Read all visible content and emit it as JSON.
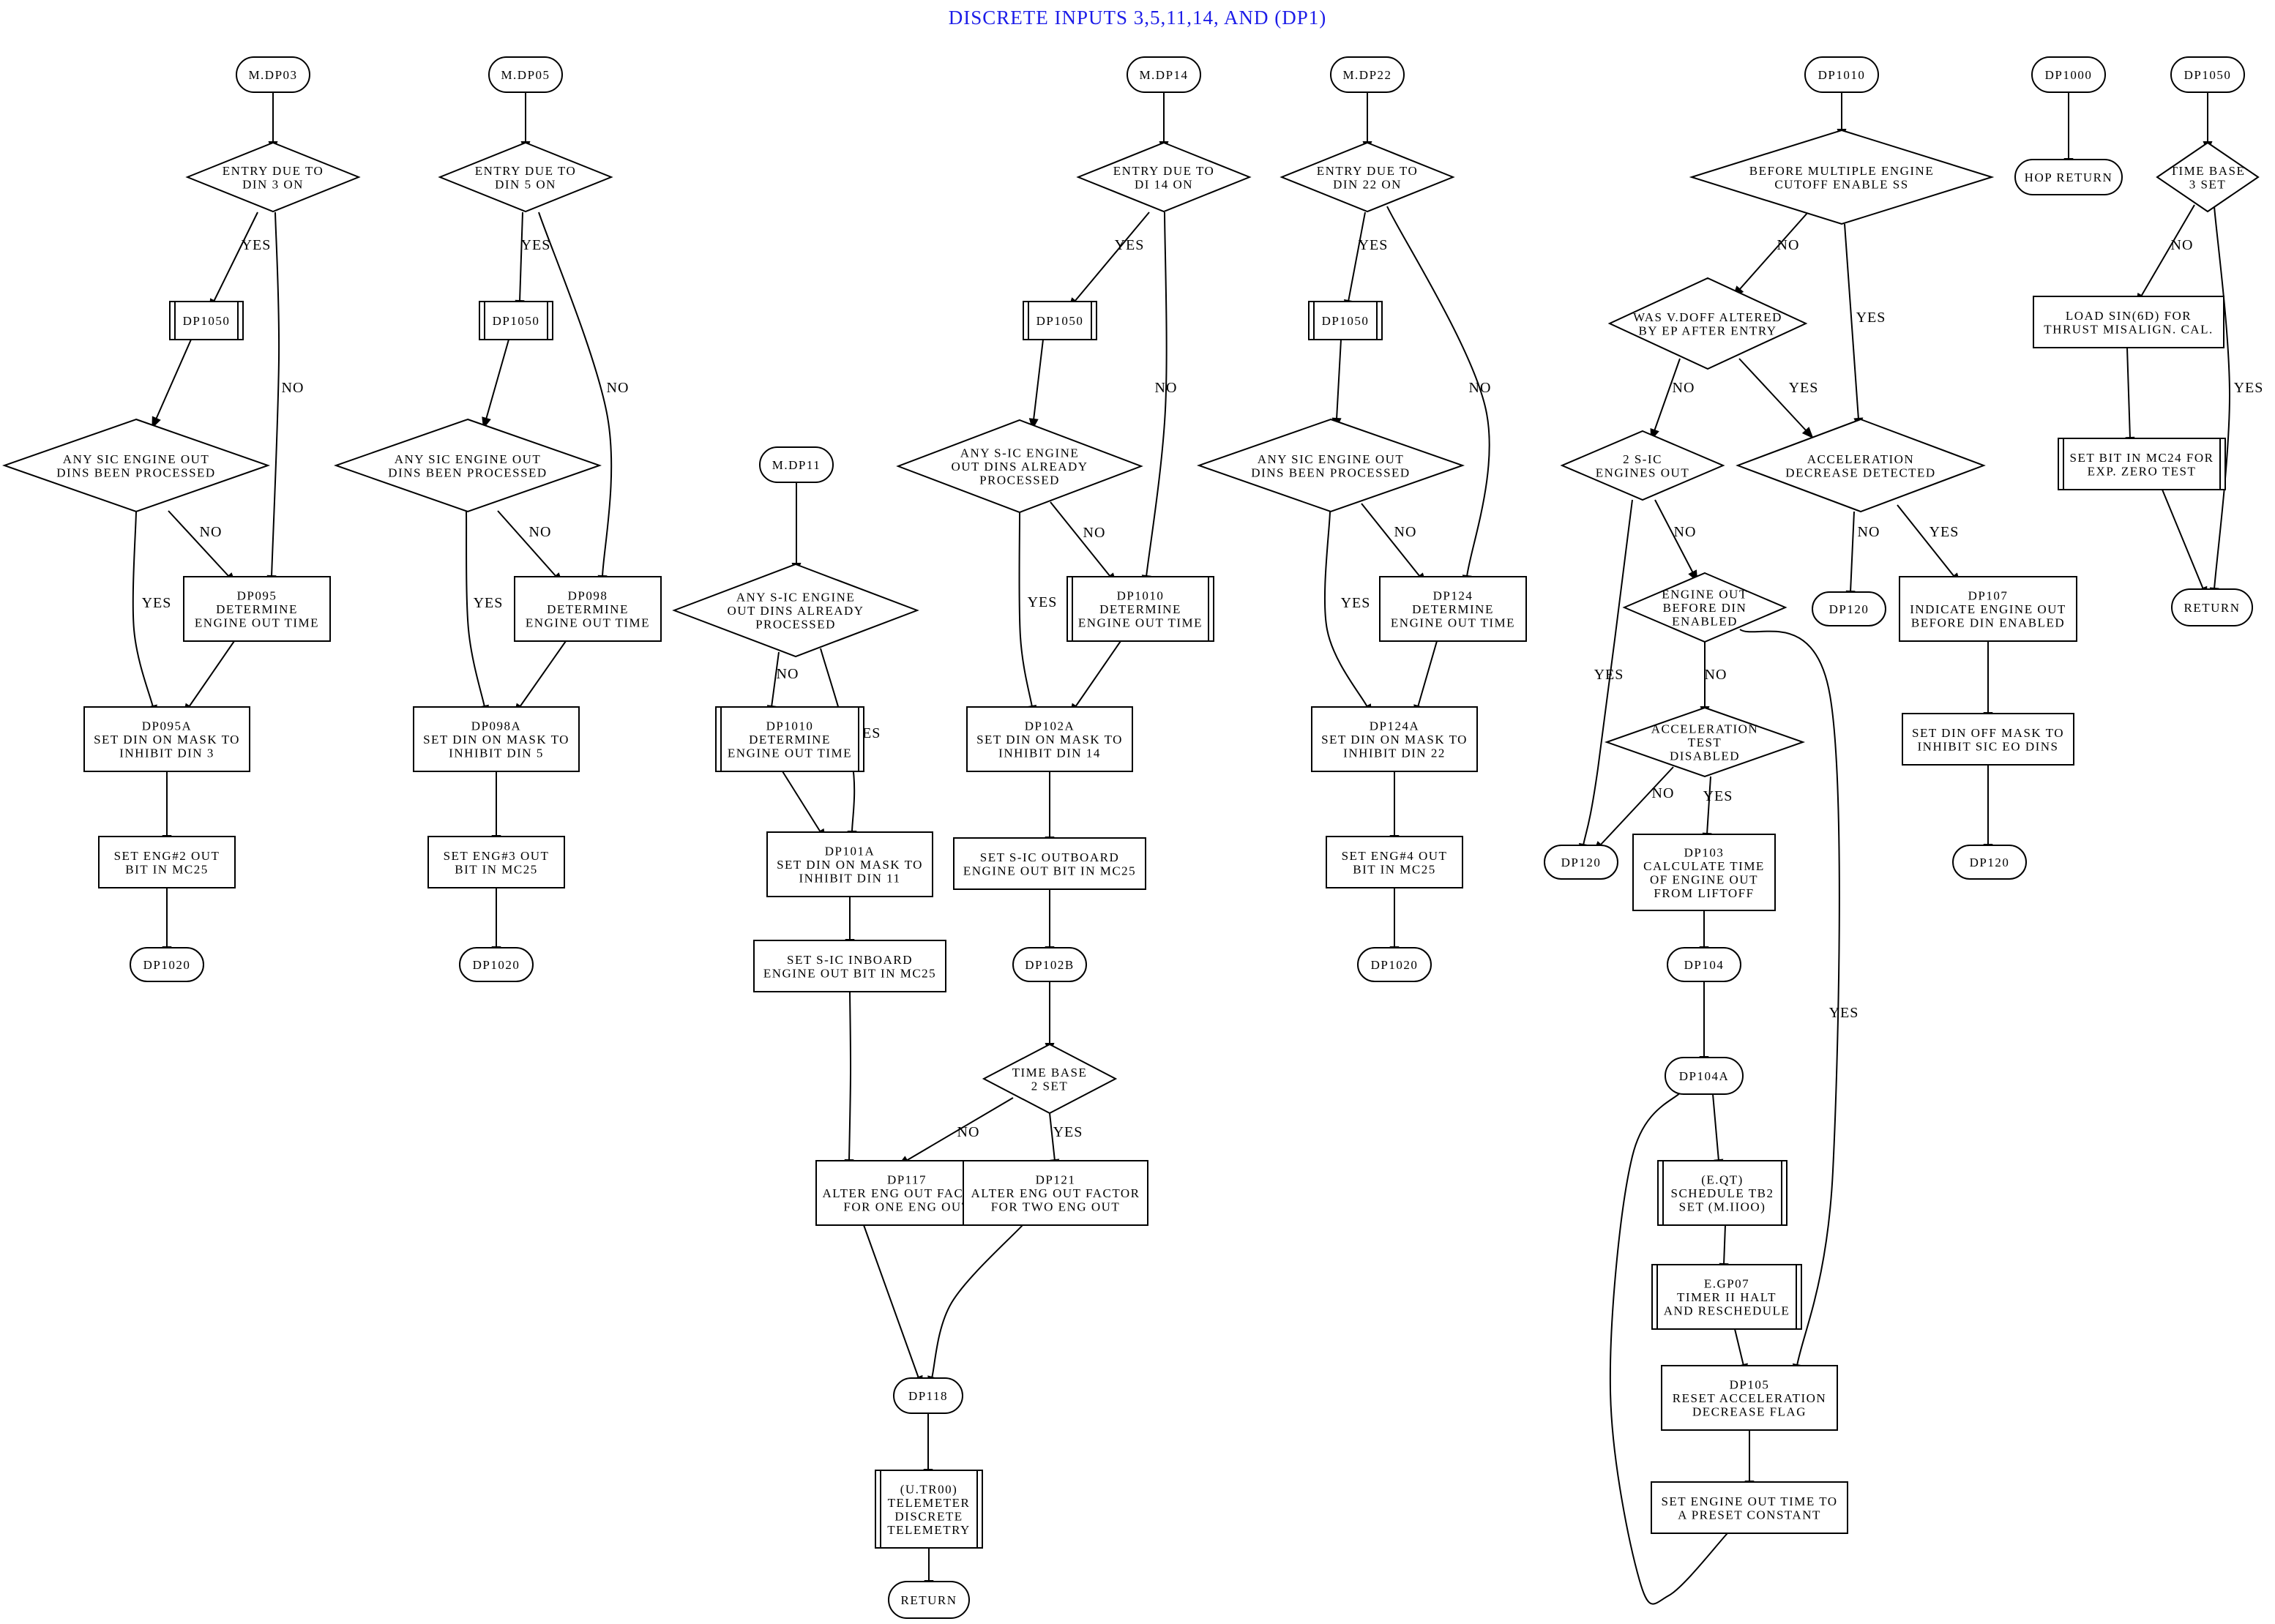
{
  "title": "DISCRETE INPUTS 3,5,11,14, AND (DP1)",
  "nodes": [
    {
      "id": "n1",
      "shape": "terminal",
      "lines": [
        "M.DP03"
      ]
    },
    {
      "id": "n2",
      "shape": "diamond",
      "lines": [
        "ENTRY DUE TO",
        "DIN 3 ON"
      ]
    },
    {
      "id": "n3",
      "shape": "subroutine",
      "lines": [
        "DP1050"
      ]
    },
    {
      "id": "n4",
      "shape": "diamond",
      "lines": [
        "ANY SIC ENGINE OUT",
        "DINS BEEN PROCESSED"
      ]
    },
    {
      "id": "n5",
      "shape": "process",
      "lines": [
        "DP095",
        "DETERMINE",
        "ENGINE OUT TIME"
      ]
    },
    {
      "id": "n6",
      "shape": "process",
      "lines": [
        "DP095A",
        "SET DIN ON MASK TO",
        "INHIBIT DIN 3"
      ]
    },
    {
      "id": "n7",
      "shape": "process",
      "lines": [
        "SET ENG#2 OUT",
        "BIT IN MC25"
      ]
    },
    {
      "id": "n8",
      "shape": "terminal",
      "lines": [
        "DP1020"
      ]
    },
    {
      "id": "n9",
      "shape": "terminal",
      "lines": [
        "M.DP05"
      ]
    },
    {
      "id": "n10",
      "shape": "diamond",
      "lines": [
        "ENTRY DUE TO",
        "DIN 5 ON"
      ]
    },
    {
      "id": "n11",
      "shape": "subroutine",
      "lines": [
        "DP1050"
      ]
    },
    {
      "id": "n12",
      "shape": "diamond",
      "lines": [
        "ANY SIC ENGINE OUT",
        "DINS BEEN PROCESSED"
      ]
    },
    {
      "id": "n13",
      "shape": "process",
      "lines": [
        "DP098",
        "DETERMINE",
        "ENGINE OUT TIME"
      ]
    },
    {
      "id": "n14",
      "shape": "process",
      "lines": [
        "DP098A",
        "SET DIN ON MASK TO",
        "INHIBIT DIN 5"
      ]
    },
    {
      "id": "n15",
      "shape": "process",
      "lines": [
        "SET ENG#3 OUT",
        "BIT IN MC25"
      ]
    },
    {
      "id": "n16",
      "shape": "terminal",
      "lines": [
        "DP1020"
      ]
    },
    {
      "id": "n17",
      "shape": "terminal",
      "lines": [
        "M.DP11"
      ]
    },
    {
      "id": "n18",
      "shape": "diamond",
      "lines": [
        "ANY S-IC ENGINE",
        "OUT DINS ALREADY",
        "PROCESSED"
      ]
    },
    {
      "id": "n19",
      "shape": "subroutine",
      "lines": [
        "DP1010",
        "DETERMINE",
        "ENGINE OUT TIME"
      ]
    },
    {
      "id": "n20",
      "shape": "process",
      "lines": [
        "DP101A",
        "SET DIN ON MASK TO",
        "INHIBIT DIN 11"
      ]
    },
    {
      "id": "n21",
      "shape": "process",
      "lines": [
        "SET S-IC INBOARD",
        "ENGINE OUT BIT IN MC25"
      ]
    },
    {
      "id": "n22",
      "shape": "process",
      "lines": [
        "DP117",
        "ALTER ENG OUT FACTOR",
        "FOR ONE ENG OUT"
      ]
    },
    {
      "id": "n23",
      "shape": "terminal",
      "lines": [
        "DP118"
      ]
    },
    {
      "id": "n24",
      "shape": "subroutine",
      "lines": [
        "(U.TR00)",
        "TELEMETER",
        "DISCRETE",
        "TELEMETRY"
      ]
    },
    {
      "id": "n25",
      "shape": "terminal",
      "lines": [
        "RETURN"
      ]
    },
    {
      "id": "n26",
      "shape": "terminal",
      "lines": [
        "M.DP14"
      ]
    },
    {
      "id": "n27",
      "shape": "diamond",
      "lines": [
        "ENTRY DUE TO",
        "DI 14 ON"
      ]
    },
    {
      "id": "n28",
      "shape": "subroutine",
      "lines": [
        "DP1050"
      ]
    },
    {
      "id": "n29",
      "shape": "diamond",
      "lines": [
        "ANY S-IC ENGINE",
        "OUT DINS ALREADY",
        "PROCESSED"
      ]
    },
    {
      "id": "n30",
      "shape": "subroutine",
      "lines": [
        "DP1010",
        "DETERMINE",
        "ENGINE OUT TIME"
      ]
    },
    {
      "id": "n31",
      "shape": "process",
      "lines": [
        "DP102A",
        "SET DIN ON MASK TO",
        "INHIBIT DIN 14"
      ]
    },
    {
      "id": "n32",
      "shape": "process",
      "lines": [
        "SET S-IC OUTBOARD",
        "ENGINE OUT BIT IN MC25"
      ]
    },
    {
      "id": "n33",
      "shape": "terminal",
      "lines": [
        "DP102B"
      ]
    },
    {
      "id": "n34",
      "shape": "diamond",
      "lines": [
        "TIME BASE",
        "2 SET"
      ]
    },
    {
      "id": "n35",
      "shape": "process",
      "lines": [
        "DP121",
        "ALTER ENG OUT FACTOR",
        "FOR TWO ENG OUT"
      ]
    },
    {
      "id": "n36",
      "shape": "terminal",
      "lines": [
        "M.DP22"
      ]
    },
    {
      "id": "n37",
      "shape": "diamond",
      "lines": [
        "ENTRY DUE TO",
        "DIN 22 ON"
      ]
    },
    {
      "id": "n38",
      "shape": "subroutine",
      "lines": [
        "DP1050"
      ]
    },
    {
      "id": "n39",
      "shape": "diamond",
      "lines": [
        "ANY SIC ENGINE OUT",
        "DINS BEEN PROCESSED"
      ]
    },
    {
      "id": "n40",
      "shape": "process",
      "lines": [
        "DP124",
        "DETERMINE",
        "ENGINE OUT TIME"
      ]
    },
    {
      "id": "n41",
      "shape": "process",
      "lines": [
        "DP124A",
        "SET DIN ON MASK TO",
        "INHIBIT DIN 22"
      ]
    },
    {
      "id": "n42",
      "shape": "process",
      "lines": [
        "SET ENG#4 OUT",
        "BIT IN MC25"
      ]
    },
    {
      "id": "n43",
      "shape": "terminal",
      "lines": [
        "DP1020"
      ]
    },
    {
      "id": "n44",
      "shape": "terminal",
      "lines": [
        "DP1010"
      ]
    },
    {
      "id": "n45",
      "shape": "diamond",
      "lines": [
        "BEFORE MULTIPLE ENGINE",
        "CUTOFF ENABLE SS"
      ]
    },
    {
      "id": "n46",
      "shape": "diamond",
      "lines": [
        "WAS V.DOFF ALTERED",
        "BY EP AFTER ENTRY"
      ]
    },
    {
      "id": "n47",
      "shape": "diamond",
      "lines": [
        "2 S-IC",
        "ENGINES OUT"
      ]
    },
    {
      "id": "n48",
      "shape": "diamond",
      "lines": [
        "ACCELERATION",
        "DECREASE DETECTED"
      ]
    },
    {
      "id": "n49",
      "shape": "diamond",
      "lines": [
        "ENGINE OUT",
        "BEFORE DIN",
        "ENABLED"
      ]
    },
    {
      "id": "n50",
      "shape": "diamond",
      "lines": [
        "ACCELERATION",
        "TEST",
        "DISABLED"
      ]
    },
    {
      "id": "n51",
      "shape": "terminal",
      "lines": [
        "DP120"
      ]
    },
    {
      "id": "n52",
      "shape": "process",
      "lines": [
        "DP103",
        "CALCULATE TIME",
        "OF ENGINE OUT",
        "FROM LIFTOFF"
      ]
    },
    {
      "id": "n53",
      "shape": "terminal",
      "lines": [
        "DP104"
      ]
    },
    {
      "id": "n54",
      "shape": "terminal",
      "lines": [
        "DP104A"
      ]
    },
    {
      "id": "n55",
      "shape": "subroutine",
      "lines": [
        "(E.QT)",
        "SCHEDULE TB2",
        "SET (M.IIOO)"
      ]
    },
    {
      "id": "n56",
      "shape": "subroutine",
      "lines": [
        "E.GP07",
        "TIMER II HALT",
        "AND RESCHEDULE"
      ]
    },
    {
      "id": "n57",
      "shape": "process",
      "lines": [
        "DP105",
        "RESET ACCELERATION",
        "DECREASE FLAG"
      ]
    },
    {
      "id": "n58",
      "shape": "process",
      "lines": [
        "SET ENGINE OUT TIME TO",
        "A PRESET CONSTANT"
      ]
    },
    {
      "id": "n59",
      "shape": "terminal",
      "lines": [
        "DP120"
      ]
    },
    {
      "id": "n60",
      "shape": "process",
      "lines": [
        "DP107",
        "INDICATE ENGINE OUT",
        "BEFORE DIN ENABLED"
      ]
    },
    {
      "id": "n61",
      "shape": "process",
      "lines": [
        "SET DIN OFF MASK TO",
        "INHIBIT SIC EO DINS"
      ]
    },
    {
      "id": "n62",
      "shape": "terminal",
      "lines": [
        "DP120"
      ]
    },
    {
      "id": "n63",
      "shape": "terminal",
      "lines": [
        "DP1000"
      ]
    },
    {
      "id": "n64",
      "shape": "terminal",
      "lines": [
        "HOP RETURN"
      ]
    },
    {
      "id": "n65",
      "shape": "terminal",
      "lines": [
        "DP1050"
      ]
    },
    {
      "id": "n66",
      "shape": "diamond",
      "lines": [
        "TIME BASE",
        "3 SET"
      ]
    },
    {
      "id": "n67",
      "shape": "process",
      "lines": [
        "LOAD SIN(6D) FOR",
        "THRUST MISALIGN. CAL."
      ]
    },
    {
      "id": "n68",
      "shape": "subroutine",
      "lines": [
        "SET BIT IN MC24 FOR",
        "EXP. ZERO TEST"
      ]
    },
    {
      "id": "n69",
      "shape": "terminal",
      "lines": [
        "RETURN"
      ]
    }
  ],
  "edges": [
    {
      "from": "n1",
      "to": "n2",
      "label": ""
    },
    {
      "from": "n2",
      "to": "n3",
      "label": "YES"
    },
    {
      "from": "n2",
      "to": "n5",
      "label": "NO"
    },
    {
      "from": "n3",
      "to": "n4",
      "label": ""
    },
    {
      "from": "n4",
      "to": "n5",
      "label": "NO"
    },
    {
      "from": "n4",
      "to": "n6",
      "label": "YES"
    },
    {
      "from": "n5",
      "to": "n6",
      "label": ""
    },
    {
      "from": "n6",
      "to": "n7",
      "label": ""
    },
    {
      "from": "n7",
      "to": "n8",
      "label": ""
    },
    {
      "from": "n9",
      "to": "n10",
      "label": ""
    },
    {
      "from": "n10",
      "to": "n11",
      "label": "YES"
    },
    {
      "from": "n10",
      "to": "n13",
      "label": "NO"
    },
    {
      "from": "n11",
      "to": "n12",
      "label": ""
    },
    {
      "from": "n12",
      "to": "n13",
      "label": "NO"
    },
    {
      "from": "n12",
      "to": "n14",
      "label": "YES"
    },
    {
      "from": "n13",
      "to": "n14",
      "label": ""
    },
    {
      "from": "n14",
      "to": "n15",
      "label": ""
    },
    {
      "from": "n15",
      "to": "n16",
      "label": ""
    },
    {
      "from": "n17",
      "to": "n18",
      "label": ""
    },
    {
      "from": "n18",
      "to": "n19",
      "label": "NO"
    },
    {
      "from": "n18",
      "to": "n20",
      "label": "YES"
    },
    {
      "from": "n19",
      "to": "n20",
      "label": ""
    },
    {
      "from": "n20",
      "to": "n21",
      "label": ""
    },
    {
      "from": "n21",
      "to": "n22",
      "label": ""
    },
    {
      "from": "n22",
      "to": "n23",
      "label": ""
    },
    {
      "from": "n23",
      "to": "n24",
      "label": ""
    },
    {
      "from": "n24",
      "to": "n25",
      "label": ""
    },
    {
      "from": "n26",
      "to": "n27",
      "label": ""
    },
    {
      "from": "n27",
      "to": "n28",
      "label": "YES"
    },
    {
      "from": "n27",
      "to": "n30",
      "label": "NO"
    },
    {
      "from": "n28",
      "to": "n29",
      "label": ""
    },
    {
      "from": "n29",
      "to": "n30",
      "label": "NO"
    },
    {
      "from": "n29",
      "to": "n31",
      "label": "YES"
    },
    {
      "from": "n30",
      "to": "n31",
      "label": ""
    },
    {
      "from": "n31",
      "to": "n32",
      "label": ""
    },
    {
      "from": "n32",
      "to": "n33",
      "label": ""
    },
    {
      "from": "n33",
      "to": "n34",
      "label": ""
    },
    {
      "from": "n34",
      "to": "n22",
      "label": "NO"
    },
    {
      "from": "n34",
      "to": "n35",
      "label": "YES"
    },
    {
      "from": "n35",
      "to": "n23",
      "label": ""
    },
    {
      "from": "n36",
      "to": "n37",
      "label": ""
    },
    {
      "from": "n37",
      "to": "n38",
      "label": "YES"
    },
    {
      "from": "n37",
      "to": "n40",
      "label": "NO"
    },
    {
      "from": "n38",
      "to": "n39",
      "label": ""
    },
    {
      "from": "n39",
      "to": "n40",
      "label": "NO"
    },
    {
      "from": "n39",
      "to": "n41",
      "label": "YES"
    },
    {
      "from": "n40",
      "to": "n41",
      "label": ""
    },
    {
      "from": "n41",
      "to": "n42",
      "label": ""
    },
    {
      "from": "n42",
      "to": "n43",
      "label": ""
    },
    {
      "from": "n44",
      "to": "n45",
      "label": ""
    },
    {
      "from": "n45",
      "to": "n46",
      "label": "NO"
    },
    {
      "from": "n45",
      "to": "n48",
      "label": "YES"
    },
    {
      "from": "n46",
      "to": "n47",
      "label": "NO"
    },
    {
      "from": "n46",
      "to": "n48",
      "label": "YES"
    },
    {
      "from": "n47",
      "to": "n51",
      "label": "YES"
    },
    {
      "from": "n47",
      "to": "n49",
      "label": "NO"
    },
    {
      "from": "n49",
      "to": "n50",
      "label": "NO"
    },
    {
      "from": "n49",
      "to": "n57",
      "label": "YES"
    },
    {
      "from": "n50",
      "to": "n51",
      "label": "NO"
    },
    {
      "from": "n50",
      "to": "n52",
      "label": "YES"
    },
    {
      "from": "n52",
      "to": "n53",
      "label": ""
    },
    {
      "from": "n53",
      "to": "n54",
      "label": ""
    },
    {
      "from": "n54",
      "to": "n55",
      "label": ""
    },
    {
      "from": "n55",
      "to": "n56",
      "label": ""
    },
    {
      "from": "n56",
      "to": "n57",
      "label": ""
    },
    {
      "from": "n57",
      "to": "n58",
      "label": ""
    },
    {
      "from": "n58",
      "to": "n54",
      "label": ""
    },
    {
      "from": "n48",
      "to": "n59",
      "label": "NO"
    },
    {
      "from": "n48",
      "to": "n60",
      "label": "YES"
    },
    {
      "from": "n60",
      "to": "n61",
      "label": ""
    },
    {
      "from": "n61",
      "to": "n62",
      "label": ""
    },
    {
      "from": "n63",
      "to": "n64",
      "label": ""
    },
    {
      "from": "n65",
      "to": "n66",
      "label": ""
    },
    {
      "from": "n66",
      "to": "n67",
      "label": "NO"
    },
    {
      "from": "n66",
      "to": "n69",
      "label": "YES"
    },
    {
      "from": "n67",
      "to": "n68",
      "label": ""
    },
    {
      "from": "n68",
      "to": "n69",
      "label": ""
    }
  ]
}
